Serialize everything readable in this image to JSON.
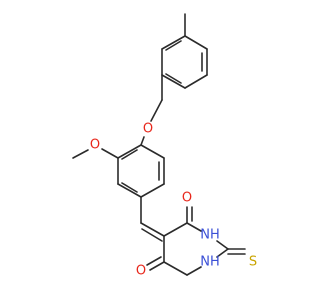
{
  "colors": {
    "bond": "#2b2b2b",
    "oxygen": "#e8271b",
    "nitrogen": "#3a4fd6",
    "sulfur": "#c9a400",
    "background": "#ffffff"
  },
  "atoms": {
    "o_benzyl": "O",
    "o_methoxy": "O",
    "o_upper": "O",
    "o_lower": "O",
    "nh_upper": "NH",
    "nh_lower": "NH",
    "s_thione": "S"
  }
}
